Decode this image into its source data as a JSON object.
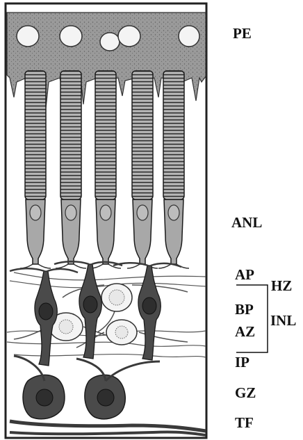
{
  "labels": {
    "pe": "PE",
    "anl": "ANL",
    "ap": "AP",
    "hz": "HZ",
    "bp": "BP",
    "az": "AZ",
    "inl": "INL",
    "ip": "IP",
    "gz": "GZ",
    "tf": "TF"
  },
  "colors": {
    "epithelium": "#9a9a9a",
    "nucleus": "#f4f4f4",
    "receptor": "#a8a8a8",
    "neuron": "#4a4a4a",
    "outline": "#1a1a1a"
  }
}
